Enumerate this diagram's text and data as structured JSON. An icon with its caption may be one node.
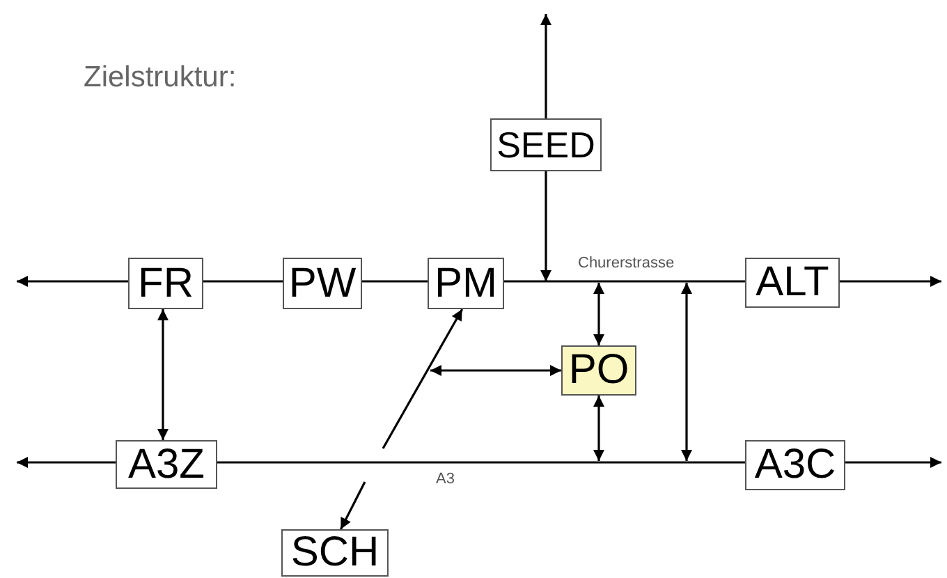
{
  "diagram": {
    "title": "Zielstruktur:",
    "nodes": [
      {
        "text": [
          "FR"
        ]
      },
      {
        "text": [
          "PW"
        ]
      },
      {
        "text": [
          "PM"
        ]
      },
      {
        "text": [
          "SEED"
        ]
      },
      {
        "text": [
          "ALT"
        ]
      },
      {
        "text": [
          "PO"
        ]
      },
      {
        "text": [
          "A3Z"
        ]
      },
      {
        "text": [
          "A3C"
        ]
      },
      {
        "text": [
          "SCH"
        ]
      }
    ],
    "edges": [
      {
        "from": 0,
        "to": null,
        "arrow": "to"
      },
      {
        "from": 0,
        "to": 1,
        "arrow": "none"
      },
      {
        "from": 1,
        "to": 2,
        "arrow": "none"
      },
      {
        "from": 2,
        "to": 4,
        "arrow": "none",
        "label": "Churerstrasse"
      },
      {
        "from": 4,
        "to": null,
        "arrow": "to"
      },
      {
        "from": 3,
        "to": null,
        "arrow": "to"
      },
      {
        "from": 3,
        "to": null,
        "arrow": "to"
      },
      {
        "from": 5,
        "to": null,
        "arrow": "both"
      },
      {
        "from": 5,
        "to": null,
        "arrow": "both"
      },
      {
        "from": 0,
        "to": 6,
        "arrow": "both"
      },
      {
        "from": 6,
        "to": null,
        "arrow": "to"
      },
      {
        "from": 6,
        "to": 7,
        "arrow": "none",
        "label": "A3"
      },
      {
        "from": 7,
        "to": null,
        "arrow": "to"
      },
      {
        "from": null,
        "to": 2,
        "arrow": "to"
      },
      {
        "from": null,
        "to": 8,
        "arrow": "to"
      },
      {
        "from": 5,
        "to": null,
        "arrow": "both"
      }
    ]
  }
}
